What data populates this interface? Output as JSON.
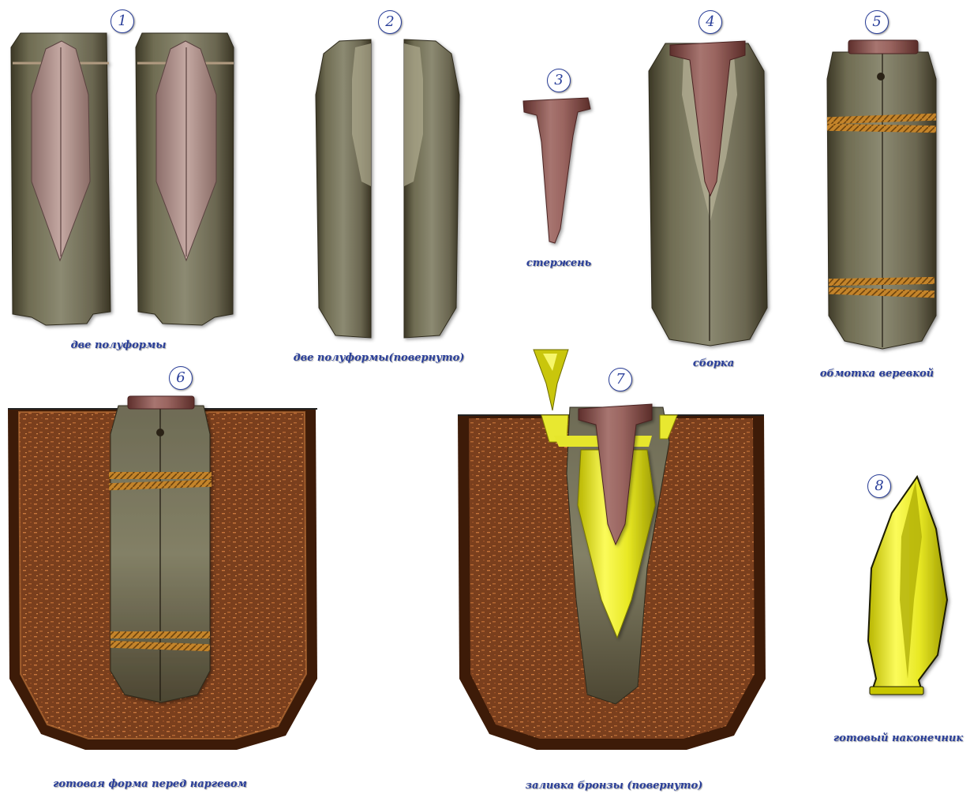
{
  "steps": [
    {
      "num": "1",
      "label": "две полуформы"
    },
    {
      "num": "2",
      "label": "две полуформы(повернуто)"
    },
    {
      "num": "3",
      "label": "стержень"
    },
    {
      "num": "4",
      "label": "сборка"
    },
    {
      "num": "5",
      "label": "обмотка веревкой"
    },
    {
      "num": "6",
      "label": "готовая форма перед наргевом"
    },
    {
      "num": "7",
      "label": "заливка бронзы  (повернуто)"
    },
    {
      "num": "8",
      "label": "готовый наконечник"
    }
  ],
  "colors": {
    "stone": "#77755c",
    "stone_dark": "#3f3a28",
    "clay_core": "#8a4f4a",
    "soil": "#7a3f1d",
    "soil_rim": "#3d1b08",
    "rope": "#cf8f28",
    "bronze": "#f2f23a",
    "label_blue": "#2a3f9a"
  }
}
